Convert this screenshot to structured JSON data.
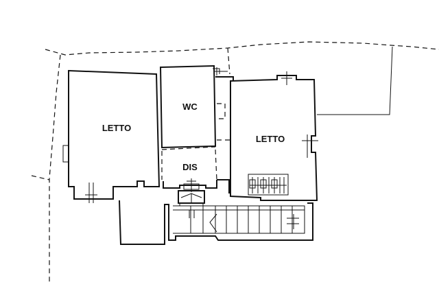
{
  "rooms": [
    {
      "id": "letto_left",
      "label": "LETTO"
    },
    {
      "id": "wc",
      "label": "WC"
    },
    {
      "id": "letto_right",
      "label": "LETTO"
    },
    {
      "id": "dis",
      "label": "DIS"
    }
  ]
}
